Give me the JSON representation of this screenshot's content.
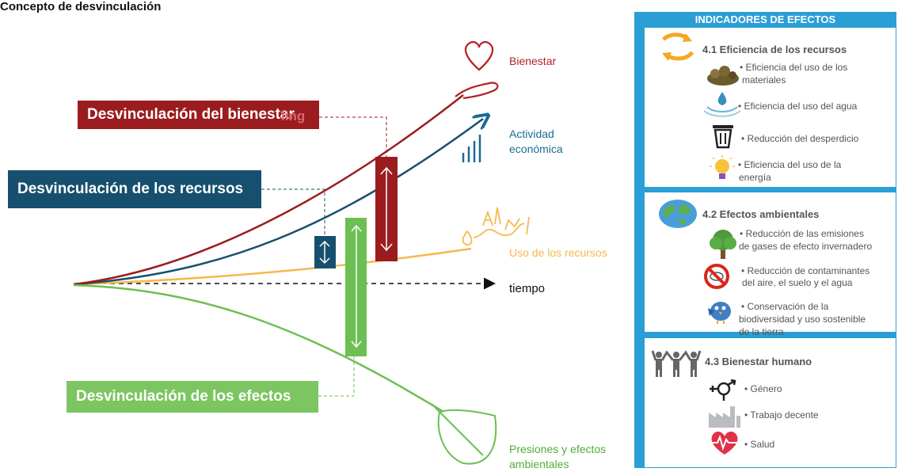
{
  "diagram": {
    "title": "Concepto de desvinculación",
    "banners": {
      "wellbeing": "Desvinculación del bienestar",
      "wellbeing_ghost": "ling",
      "resources": "Desvinculación de los recursos",
      "effects": "Desvinculación de los efectos"
    },
    "curves": {
      "wellbeing": "Bienestar",
      "activity_line1": "Actividad",
      "activity_line2": "económica",
      "resources": "Uso de los recursos",
      "time": "tiempo",
      "pressures_line1": "Presiones y efectos",
      "pressures_line2": "ambientales"
    },
    "colors": {
      "wellbeing": "#9b1c1f",
      "activity": "#17506e",
      "resources": "#f5b94a",
      "effects": "#7cc561",
      "panel": "#2a9fd6"
    }
  },
  "panel": {
    "header": "INDICADORES DE EFECTOS",
    "sections": [
      {
        "title": "4.1 Eficiencia de los recursos",
        "icon": "recycle-arrows-icon",
        "items": [
          {
            "icon": "materials-pile-icon",
            "line1": "• Eficiencia del uso de los",
            "line2": "materiales"
          },
          {
            "icon": "water-drop-icon",
            "line1": "• Eficiencia del uso del agua"
          },
          {
            "icon": "trash-bin-icon",
            "line1": "• Reducción del desperdicio"
          },
          {
            "icon": "light-bulb-icon",
            "line1": "• Eficiencia del uso de la",
            "line2": "energía"
          }
        ]
      },
      {
        "title": "4.2 Efectos ambientales",
        "icon": "earth-globe-icon",
        "items": [
          {
            "icon": "tree-icon",
            "line1": "• Reducción de las emisiones",
            "line2": "de gases de efecto invernadero"
          },
          {
            "icon": "no-pollution-icon",
            "line1": "• Reducción de contaminantes",
            "line2": "del aire, el suelo y el agua"
          },
          {
            "icon": "bird-icon",
            "line1": "• Conservación de la",
            "line2": "biodiversidad y uso sostenible",
            "line3": "de la tierra"
          }
        ]
      },
      {
        "title": "4.3 Bienestar humano",
        "icon": "people-group-icon",
        "items": [
          {
            "icon": "gender-symbol-icon",
            "line1": "• Género"
          },
          {
            "icon": "factory-icon",
            "line1": "• Trabajo decente"
          },
          {
            "icon": "heart-pulse-icon",
            "line1": "• Salud"
          }
        ]
      }
    ]
  }
}
